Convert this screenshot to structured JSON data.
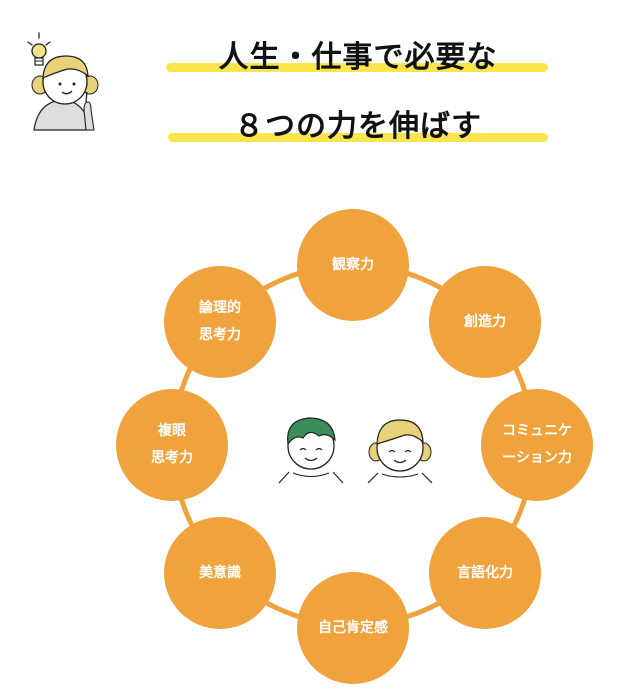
{
  "header": {
    "title_line1": "人生・仕事で必要な",
    "title_line2": "８つの力を伸ばす",
    "underline_color": "#fbe54c"
  },
  "illustrations": {
    "top_left": "girl-with-lightbulb-icon",
    "center": [
      "boy-smiling-icon",
      "girl-smiling-icon"
    ]
  },
  "diagram": {
    "node_color": "#f0a23c",
    "ring_color": "#f0a23c",
    "nodes": [
      {
        "id": "observation",
        "lines": [
          "観察力"
        ]
      },
      {
        "id": "creativity",
        "lines": [
          "創造力"
        ]
      },
      {
        "id": "communication",
        "lines": [
          "コミュニケ",
          "ーション力"
        ]
      },
      {
        "id": "verbalization",
        "lines": [
          "言語化力"
        ]
      },
      {
        "id": "self-esteem",
        "lines": [
          "自己肯定感"
        ]
      },
      {
        "id": "aesthetics",
        "lines": [
          "美意識"
        ]
      },
      {
        "id": "multi-perspective",
        "lines": [
          "複眼",
          "思考力"
        ]
      },
      {
        "id": "logical-thinking",
        "lines": [
          "論理的",
          "思考力"
        ]
      }
    ]
  }
}
